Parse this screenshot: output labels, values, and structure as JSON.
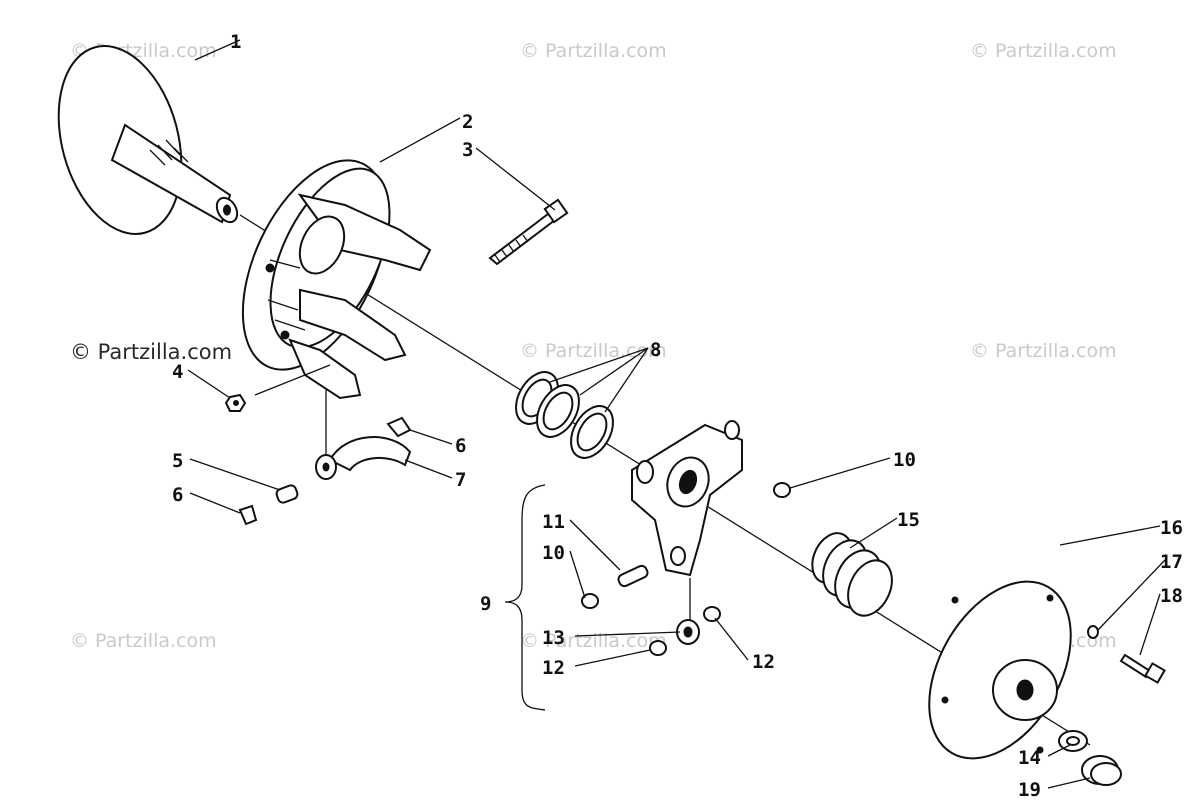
{
  "watermarks": [
    "© Partzilla.com",
    "© Partzilla.com",
    "© Partzilla.com",
    "© Partzilla.com",
    "© Partzilla.com",
    "© Partzilla.com",
    "© Partzilla.com",
    "© Partzilla.com",
    "© Partzilla.com"
  ],
  "callouts": [
    "1",
    "2",
    "3",
    "4",
    "5",
    "6",
    "6",
    "7",
    "8",
    "9",
    "10",
    "10",
    "11",
    "12",
    "12",
    "13",
    "14",
    "15",
    "16",
    "17",
    "18",
    "19"
  ],
  "colors": {
    "ink": "#111111",
    "watermark": "#c9c9c9",
    "background": "#ffffff"
  }
}
